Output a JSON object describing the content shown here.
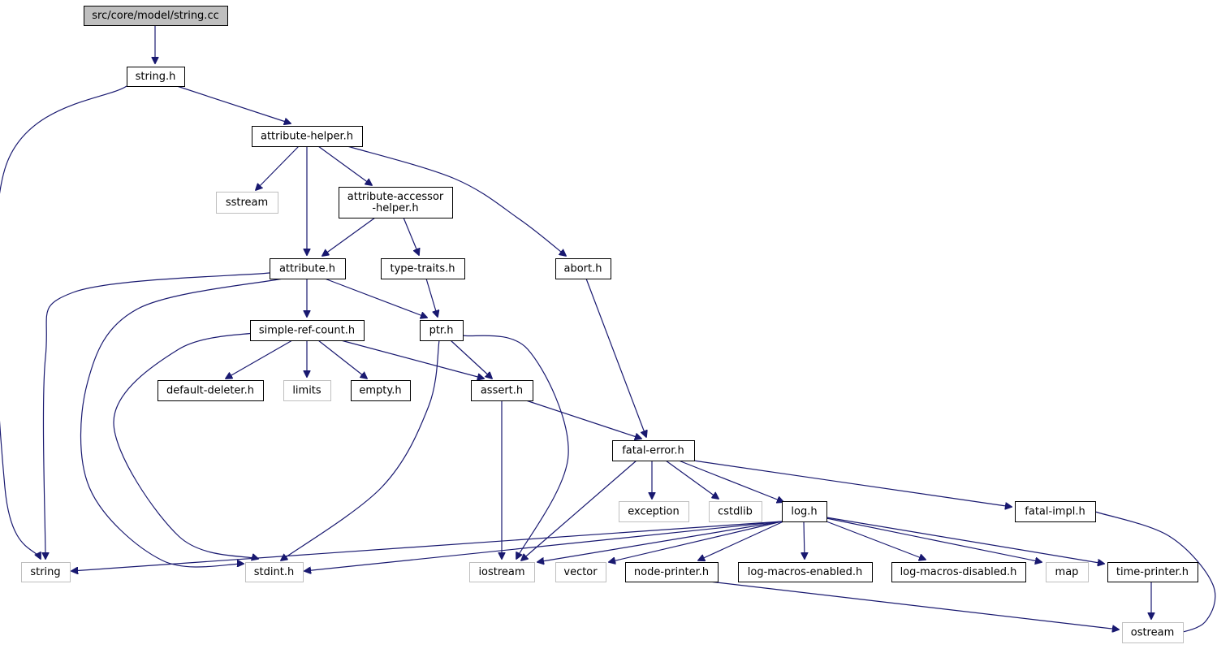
{
  "nodes": [
    {
      "id": "string_cc",
      "lines": [
        "src/core/model/string.cc"
      ],
      "kind": "root"
    },
    {
      "id": "string_h",
      "lines": [
        "string.h"
      ],
      "kind": "internal"
    },
    {
      "id": "string",
      "lines": [
        "string"
      ],
      "kind": "external"
    },
    {
      "id": "attribute_helper_h",
      "lines": [
        "attribute-helper.h"
      ],
      "kind": "internal"
    },
    {
      "id": "sstream",
      "lines": [
        "sstream"
      ],
      "kind": "external"
    },
    {
      "id": "attribute_accessor_helper_h",
      "lines": [
        "attribute-accessor",
        "-helper.h"
      ],
      "kind": "internal"
    },
    {
      "id": "attribute_h",
      "lines": [
        "attribute.h"
      ],
      "kind": "internal"
    },
    {
      "id": "type_traits_h",
      "lines": [
        "type-traits.h"
      ],
      "kind": "internal"
    },
    {
      "id": "abort_h",
      "lines": [
        "abort.h"
      ],
      "kind": "internal"
    },
    {
      "id": "simple_ref_count_h",
      "lines": [
        "simple-ref-count.h"
      ],
      "kind": "internal"
    },
    {
      "id": "ptr_h",
      "lines": [
        "ptr.h"
      ],
      "kind": "internal"
    },
    {
      "id": "default_deleter_h",
      "lines": [
        "default-deleter.h"
      ],
      "kind": "internal"
    },
    {
      "id": "limits",
      "lines": [
        "limits"
      ],
      "kind": "external"
    },
    {
      "id": "empty_h",
      "lines": [
        "empty.h"
      ],
      "kind": "internal"
    },
    {
      "id": "assert_h",
      "lines": [
        "assert.h"
      ],
      "kind": "internal"
    },
    {
      "id": "fatal_error_h",
      "lines": [
        "fatal-error.h"
      ],
      "kind": "internal"
    },
    {
      "id": "exception",
      "lines": [
        "exception"
      ],
      "kind": "external"
    },
    {
      "id": "cstdlib",
      "lines": [
        "cstdlib"
      ],
      "kind": "external"
    },
    {
      "id": "log_h",
      "lines": [
        "log.h"
      ],
      "kind": "internal"
    },
    {
      "id": "fatal_impl_h",
      "lines": [
        "fatal-impl.h"
      ],
      "kind": "internal"
    },
    {
      "id": "stdint_h",
      "lines": [
        "stdint.h"
      ],
      "kind": "external"
    },
    {
      "id": "iostream",
      "lines": [
        "iostream"
      ],
      "kind": "external"
    },
    {
      "id": "vector",
      "lines": [
        "vector"
      ],
      "kind": "external"
    },
    {
      "id": "node_printer_h",
      "lines": [
        "node-printer.h"
      ],
      "kind": "internal"
    },
    {
      "id": "log_macros_enabled_h",
      "lines": [
        "log-macros-enabled.h"
      ],
      "kind": "internal"
    },
    {
      "id": "log_macros_disabled_h",
      "lines": [
        "log-macros-disabled.h"
      ],
      "kind": "internal"
    },
    {
      "id": "map",
      "lines": [
        "map"
      ],
      "kind": "external"
    },
    {
      "id": "time_printer_h",
      "lines": [
        "time-printer.h"
      ],
      "kind": "internal"
    },
    {
      "id": "ostream",
      "lines": [
        "ostream"
      ],
      "kind": "external"
    }
  ],
  "edges": [
    {
      "from": "string_cc",
      "to": "string_h"
    },
    {
      "from": "string_h",
      "to": "string"
    },
    {
      "from": "string_h",
      "to": "attribute_helper_h"
    },
    {
      "from": "attribute_helper_h",
      "to": "sstream"
    },
    {
      "from": "attribute_helper_h",
      "to": "attribute_h"
    },
    {
      "from": "attribute_helper_h",
      "to": "attribute_accessor_helper_h"
    },
    {
      "from": "attribute_helper_h",
      "to": "abort_h"
    },
    {
      "from": "attribute_accessor_helper_h",
      "to": "attribute_h"
    },
    {
      "from": "attribute_accessor_helper_h",
      "to": "type_traits_h"
    },
    {
      "from": "attribute_h",
      "to": "string"
    },
    {
      "from": "attribute_h",
      "to": "stdint_h"
    },
    {
      "from": "attribute_h",
      "to": "simple_ref_count_h"
    },
    {
      "from": "attribute_h",
      "to": "ptr_h"
    },
    {
      "from": "type_traits_h",
      "to": "ptr_h"
    },
    {
      "from": "abort_h",
      "to": "fatal_error_h"
    },
    {
      "from": "simple_ref_count_h",
      "to": "stdint_h"
    },
    {
      "from": "simple_ref_count_h",
      "to": "default_deleter_h"
    },
    {
      "from": "simple_ref_count_h",
      "to": "limits"
    },
    {
      "from": "simple_ref_count_h",
      "to": "empty_h"
    },
    {
      "from": "simple_ref_count_h",
      "to": "assert_h"
    },
    {
      "from": "ptr_h",
      "to": "assert_h"
    },
    {
      "from": "ptr_h",
      "to": "iostream"
    },
    {
      "from": "ptr_h",
      "to": "stdint_h"
    },
    {
      "from": "assert_h",
      "to": "iostream"
    },
    {
      "from": "assert_h",
      "to": "fatal_error_h"
    },
    {
      "from": "fatal_error_h",
      "to": "iostream"
    },
    {
      "from": "fatal_error_h",
      "to": "exception"
    },
    {
      "from": "fatal_error_h",
      "to": "cstdlib"
    },
    {
      "from": "fatal_error_h",
      "to": "log_h"
    },
    {
      "from": "fatal_error_h",
      "to": "fatal_impl_h"
    },
    {
      "from": "fatal_impl_h",
      "to": "ostream"
    },
    {
      "from": "log_h",
      "to": "string"
    },
    {
      "from": "log_h",
      "to": "stdint_h"
    },
    {
      "from": "log_h",
      "to": "iostream"
    },
    {
      "from": "log_h",
      "to": "vector"
    },
    {
      "from": "log_h",
      "to": "node_printer_h"
    },
    {
      "from": "log_h",
      "to": "log_macros_enabled_h"
    },
    {
      "from": "log_h",
      "to": "log_macros_disabled_h"
    },
    {
      "from": "log_h",
      "to": "map"
    },
    {
      "from": "log_h",
      "to": "time_printer_h"
    },
    {
      "from": "node_printer_h",
      "to": "ostream"
    },
    {
      "from": "time_printer_h",
      "to": "ostream"
    }
  ]
}
